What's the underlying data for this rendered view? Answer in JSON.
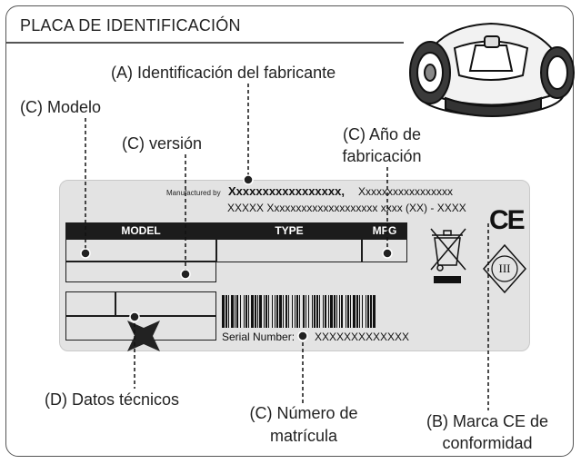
{
  "header": {
    "title": "PLACA DE IDENTIFICACIÓN"
  },
  "callouts": {
    "a": "(A) Identificación del fabricante",
    "c_modelo": "(C) Modelo",
    "c_version": "(C) versión",
    "c_ano_1": "(C) Año de",
    "c_ano_2": "fabricación",
    "d_datos": "(D) Datos técnicos",
    "c_numero_1": "(C) Número de",
    "c_numero_2": "matrícula",
    "b_marca_1": "(B) Marca CE de",
    "b_marca_2": "conformidad"
  },
  "plate": {
    "manufactured_by": "Manufactured by",
    "manufacturer_name": "Xxxxxxxxxxxxxxxxx,",
    "address_1": "Xxxxxxxxxxxxxxxxx",
    "address_2": "XXXXX Xxxxxxxxxxxxxxxxxxxx xxxx (XX) - XXXX",
    "model_header": "MODEL",
    "type_header": "TYPE",
    "mfg_header": "MFG",
    "serial_label": "Serial Number:",
    "serial_value": "XXXXXXXXXXXXX",
    "ce_mark": "CE",
    "class_mark": "III"
  },
  "icons": [
    "robot-mower-icon",
    "weee-bin-icon",
    "ce-mark-icon",
    "class-iii-icon",
    "tool-star-icon",
    "barcode-icon"
  ]
}
